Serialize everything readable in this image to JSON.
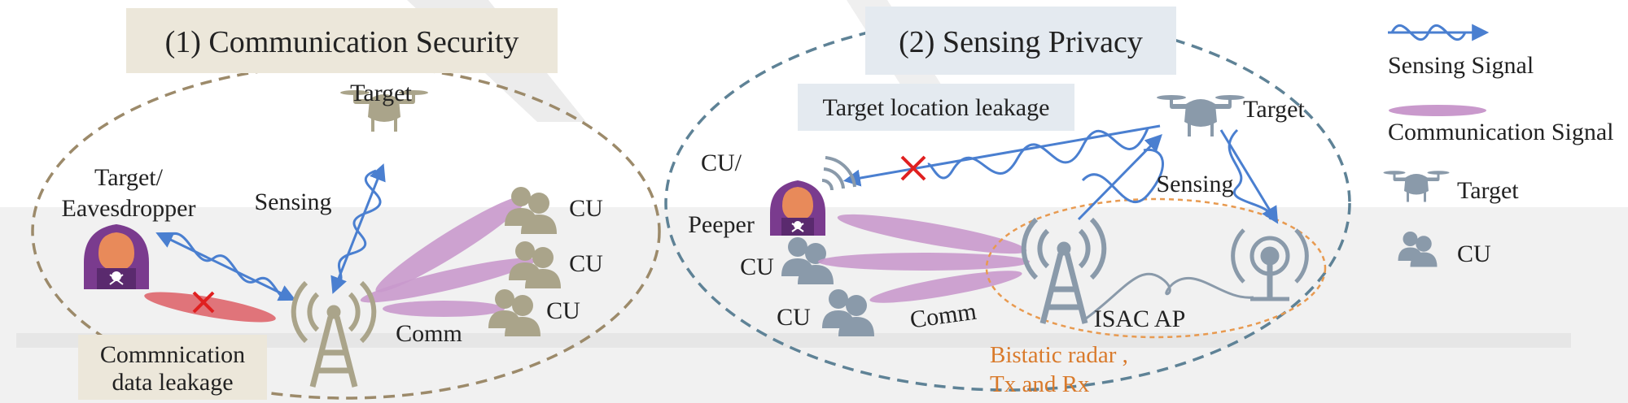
{
  "colors": {
    "sensing": "#4a7fd0",
    "communication": "#c999cc",
    "leak_beam": "#e0747a",
    "cross": "#e02020",
    "eve": "#7a3b8e",
    "eve_hood": "#e88a5a",
    "panel1_bg": "#ece7da",
    "panel2_bg": "#e4eaf0",
    "ellipse1": "#9c8a6a",
    "ellipse2": "#5e8296",
    "ellipse3": "#e89a50",
    "icon_tan": "#aaa48a",
    "icon_gray": "#8a9aaa",
    "bg_gray": "#f1f1f1"
  },
  "panel1": {
    "title": "(1) Communication Security",
    "target_label": "Target",
    "eve_label_line1": "Target/",
    "eve_label_line2": "Eavesdropper",
    "sensing_label": "Sensing",
    "comm_label": "Comm",
    "cu_labels": [
      "CU",
      "CU",
      "CU"
    ],
    "leak_line1": "Commnication",
    "leak_line2": "data leakage"
  },
  "panel2": {
    "title": "(2) Sensing Privacy",
    "leak_label": "Target location leakage",
    "target_label": "Target",
    "peeper_line1": "CU/",
    "peeper_line2": "Peeper",
    "cu_labels": [
      "CU",
      "CU"
    ],
    "sensing_label": "Sensing",
    "comm_label": "Comm",
    "ap_label": "ISAC AP",
    "radar_line1": "Bistatic radar ,",
    "radar_line2": "Tx and Rx"
  },
  "legend": {
    "items": [
      {
        "label": "Sensing Signal",
        "icon": "sensing-wave-icon"
      },
      {
        "label": "Communication Signal",
        "icon": "comm-beam-icon"
      },
      {
        "label": "Target",
        "icon": "drone-icon"
      },
      {
        "label": "CU",
        "icon": "users-icon"
      }
    ]
  }
}
